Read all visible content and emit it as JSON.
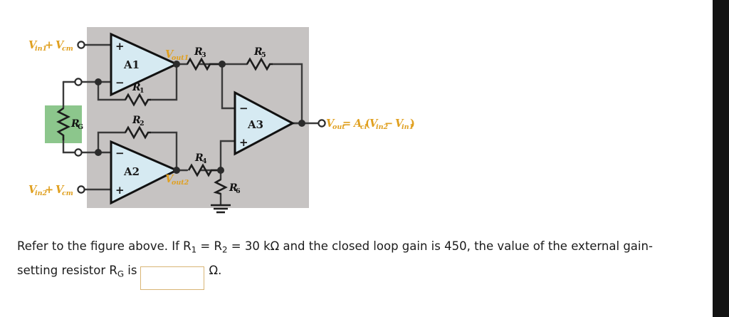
{
  "figure": {
    "name": "instrumentation-amplifier-schematic",
    "panel_color": "#c6c3c2",
    "opamp_fill": "#d6eaf2",
    "rg_box_color": "#8cc68c",
    "label_color": "#e0a020",
    "wire_color": "#3a3a3a",
    "opamps": [
      {
        "id": "A1",
        "label": "A1",
        "plus": "+",
        "minus": "−"
      },
      {
        "id": "A2",
        "label": "A2",
        "plus": "+",
        "minus": "−"
      },
      {
        "id": "A3",
        "label": "A3",
        "plus": "+",
        "minus": "−"
      }
    ],
    "resistors": [
      {
        "id": "R1",
        "base": "R",
        "sub": "1",
        "orientation": "horizontal"
      },
      {
        "id": "R2",
        "base": "R",
        "sub": "2",
        "orientation": "horizontal"
      },
      {
        "id": "R3",
        "base": "R",
        "sub": "3",
        "orientation": "horizontal"
      },
      {
        "id": "R4",
        "base": "R",
        "sub": "4",
        "orientation": "horizontal"
      },
      {
        "id": "R5",
        "base": "R",
        "sub": "5",
        "orientation": "horizontal"
      },
      {
        "id": "R6",
        "base": "R",
        "sub": "6",
        "orientation": "vertical"
      },
      {
        "id": "RG",
        "base": "R",
        "sub": "G",
        "orientation": "vertical"
      }
    ],
    "node_labels": {
      "vout1": "V",
      "vout1_sub": "out1",
      "vout2": "V",
      "vout2_sub": "out2"
    },
    "input_top": {
      "v": "V",
      "v_sub": "in1",
      "plus": " + ",
      "vcm": "V",
      "vcm_sub": "cm"
    },
    "input_bottom": {
      "v": "V",
      "v_sub": "in2",
      "plus": " + ",
      "vcm": "V",
      "vcm_sub": "cm"
    },
    "output_equation": {
      "vout": "V",
      "vout_sub": "out",
      "equals": " = ",
      "acl": "A",
      "acl_sub": "cl",
      "open_paren": "(",
      "vin2": "V",
      "vin2_sub": "in2",
      "minus": " − ",
      "vin1": "V",
      "vin1_sub": "in1",
      "close_paren": ")"
    },
    "ground_symbol": "ground-symbol"
  },
  "question": {
    "line1_part1": "Refer to the figure above. If R",
    "line1_sub1": "1",
    "line1_part2": " = R",
    "line1_sub2": "2",
    "line1_part3": " = 30 kΩ and the closed loop gain is 450, the value of the external gain-",
    "line2_part1": "setting resistor R",
    "line2_sub1": "G",
    "line2_part2": " is",
    "answer_value": "",
    "answer_placeholder": "",
    "unit": "Ω."
  }
}
